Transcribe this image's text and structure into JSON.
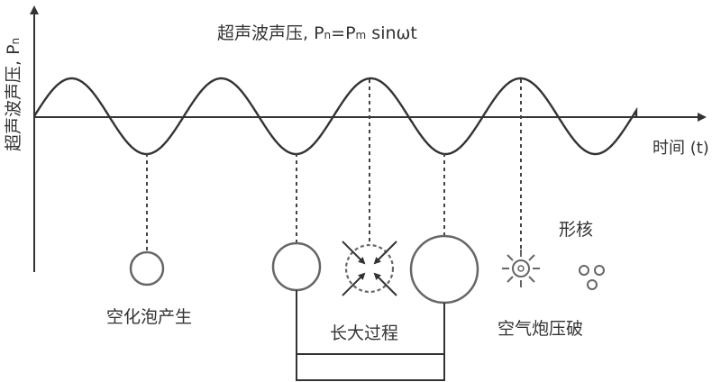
{
  "formula": {
    "prefix": "超声波声压, P",
    "sub1": "n",
    "mid": "=P",
    "sub2": "m",
    "suffix": " sinωt"
  },
  "y_axis_label": {
    "text": "超声波声压, P",
    "sub": "n"
  },
  "x_axis_label": "时间 (t)",
  "stages": {
    "generation": "空化泡产生",
    "growth": "长大过程",
    "collapse": "空气炮压破",
    "nucleation": "形核"
  },
  "colors": {
    "axis": "#333333",
    "wave": "#333333",
    "bubble": "#666666",
    "dashed": "#444444"
  }
}
